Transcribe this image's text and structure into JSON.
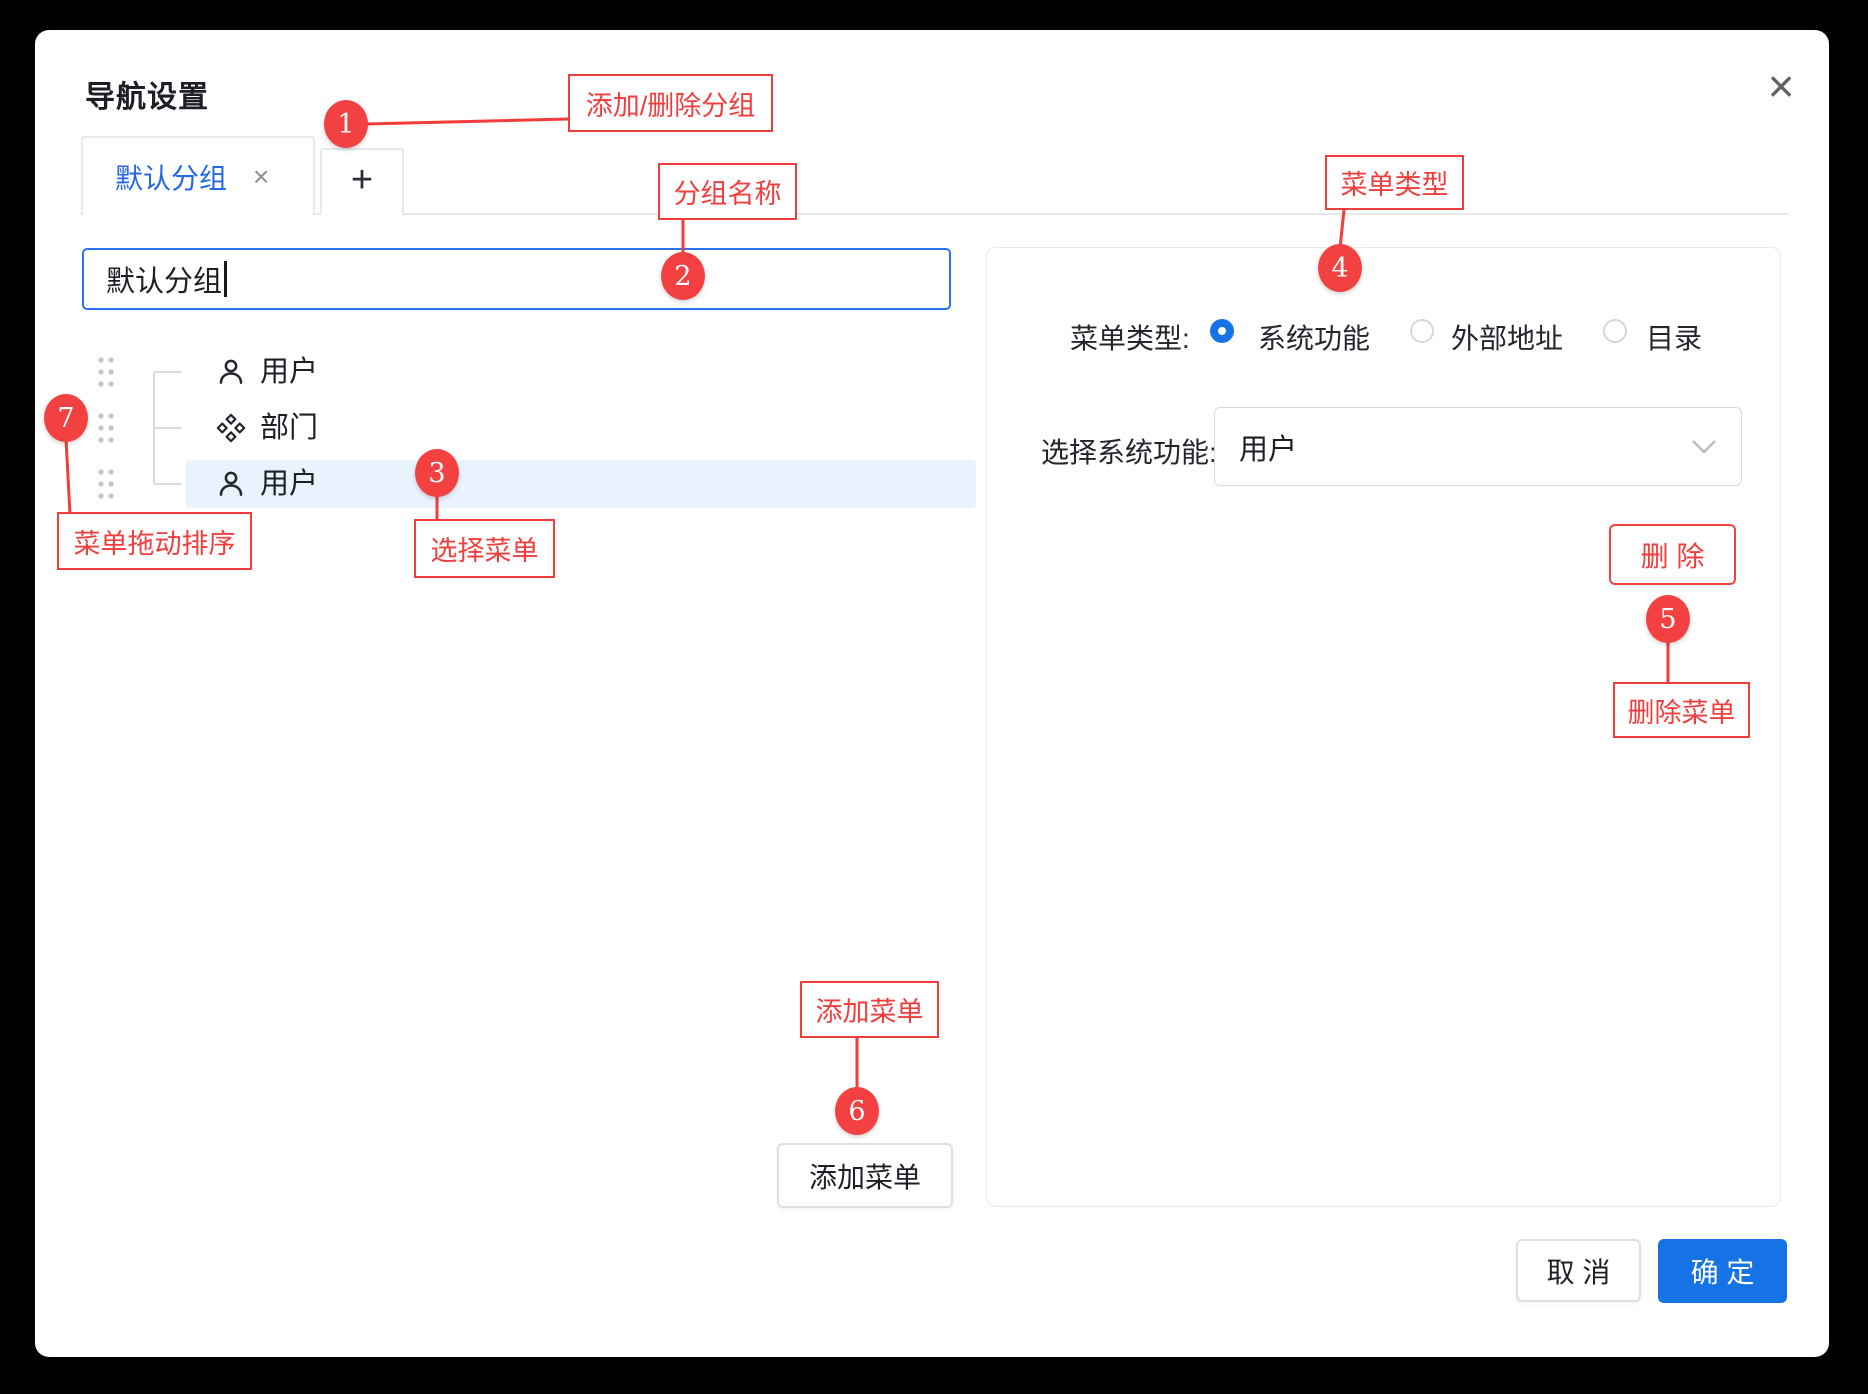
{
  "dialog": {
    "title": "导航设置",
    "close_glyph": "×"
  },
  "tabs": {
    "active_label": "默认分组",
    "close_glyph": "×",
    "add_label": "+"
  },
  "group_name_input": {
    "value": "默认分组"
  },
  "tree": {
    "items": [
      {
        "icon": "user-icon",
        "label": "用户",
        "selected": false
      },
      {
        "icon": "department-icon",
        "label": "部门",
        "selected": false
      },
      {
        "icon": "user-icon",
        "label": "用户",
        "selected": true
      }
    ]
  },
  "menu_type": {
    "label": "菜单类型:",
    "options": [
      {
        "label": "系统功能",
        "selected": true
      },
      {
        "label": "外部地址",
        "selected": false
      },
      {
        "label": "目录",
        "selected": false
      }
    ]
  },
  "system_function": {
    "label": "选择系统功能:",
    "value": "用户",
    "chevron": "chevron-down-icon"
  },
  "buttons": {
    "delete": "删 除",
    "add_menu": "添加菜单",
    "cancel": "取 消",
    "confirm": "确 定"
  },
  "annotations": [
    {
      "num": "1",
      "label": "添加/删除分组"
    },
    {
      "num": "2",
      "label": "分组名称"
    },
    {
      "num": "3",
      "label": "选择菜单"
    },
    {
      "num": "4",
      "label": "菜单类型"
    },
    {
      "num": "5",
      "label": "删除菜单"
    },
    {
      "num": "6",
      "label": "添加菜单"
    },
    {
      "num": "7",
      "label": "菜单拖动排序"
    }
  ],
  "colors": {
    "accent": "#1673e6",
    "annotation_red": "#f23d3d",
    "danger_red": "#f34242",
    "selected_row_bg": "#e8f3fd"
  }
}
